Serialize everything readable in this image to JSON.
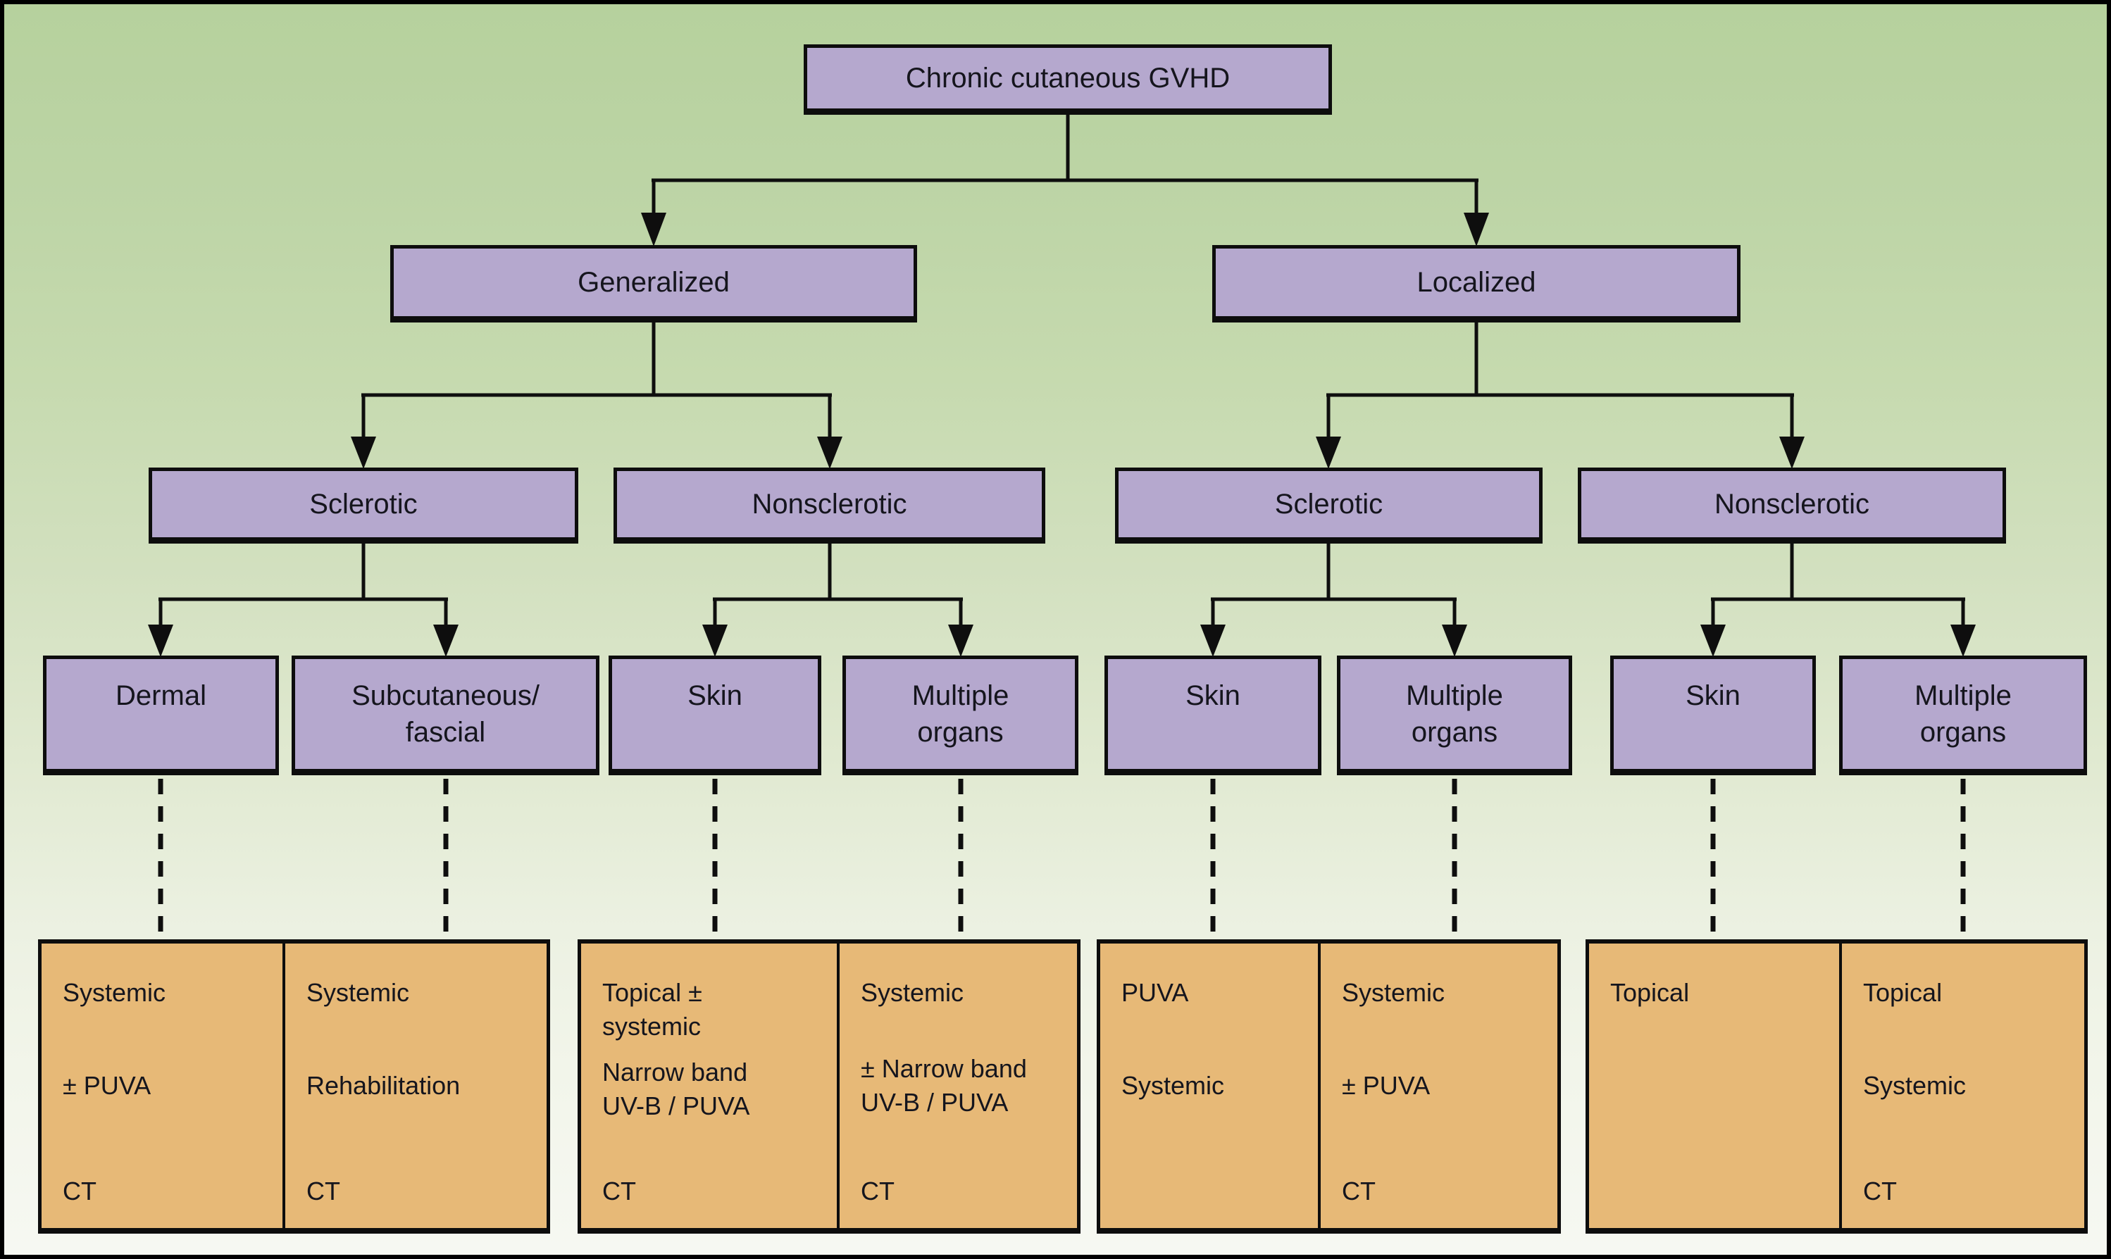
{
  "palette": {
    "node_fill": "#b5a8ce",
    "treatment_fill": "#e7b977",
    "line_color": "#0e0e0e",
    "background_top": "#b6d19d",
    "background_bottom": "#f6f8f2"
  },
  "tree": {
    "root": {
      "label": "Chronic cutaneous GVHD"
    },
    "branches": [
      {
        "label": "Generalized",
        "children": [
          {
            "label": "Sclerotic",
            "children": [
              {
                "label": "Dermal"
              },
              {
                "label": "Subcutaneous/\nfascial"
              }
            ]
          },
          {
            "label": "Nonsclerotic",
            "children": [
              {
                "label": "Skin"
              },
              {
                "label": "Multiple\norgans"
              }
            ]
          }
        ]
      },
      {
        "label": "Localized",
        "children": [
          {
            "label": "Sclerotic",
            "children": [
              {
                "label": "Skin"
              },
              {
                "label": "Multiple\norgans"
              }
            ]
          },
          {
            "label": "Nonsclerotic",
            "children": [
              {
                "label": "Skin"
              },
              {
                "label": "Multiple\norgans"
              }
            ]
          }
        ]
      }
    ]
  },
  "treatment_groups": [
    {
      "cells": [
        {
          "top": "Systemic",
          "middle": "± PUVA",
          "bottom": "CT"
        },
        {
          "top": "Systemic",
          "middle": "Rehabilitation",
          "bottom": "CT"
        }
      ]
    },
    {
      "cells": [
        {
          "top": "Topical ±\nsystemic",
          "middle": "Narrow band\nUV-B / PUVA",
          "bottom": "CT"
        },
        {
          "top": "Systemic",
          "middle": "± Narrow band\nUV-B / PUVA",
          "bottom": "CT"
        }
      ]
    },
    {
      "cells": [
        {
          "top": "PUVA",
          "middle": "Systemic",
          "bottom": ""
        },
        {
          "top": "Systemic",
          "middle": "± PUVA",
          "bottom": "CT"
        }
      ]
    },
    {
      "cells": [
        {
          "top": "Topical",
          "middle": "",
          "bottom": ""
        },
        {
          "top": "Topical",
          "middle": "Systemic",
          "bottom": "CT"
        }
      ]
    }
  ]
}
